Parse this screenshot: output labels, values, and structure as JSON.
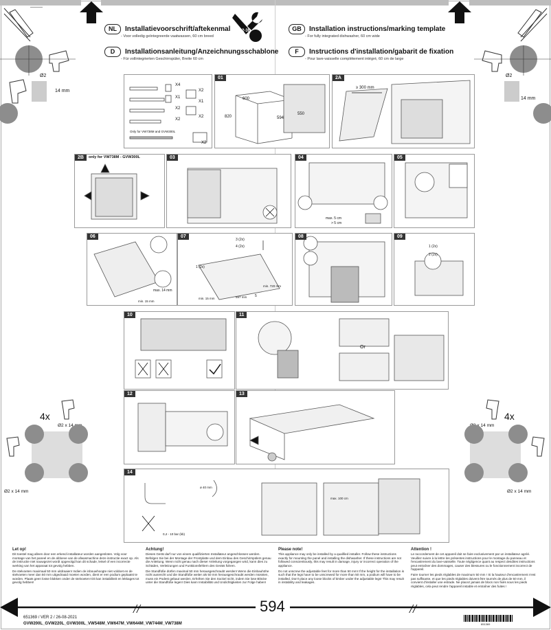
{
  "header": {
    "nl": {
      "code": "NL",
      "title": "Installatievoorschrift/aftekenmal",
      "sub": "- Voor volledig geïntegreerde vaatwassen, 60 cm breed"
    },
    "de": {
      "code": "D",
      "title": "Installationsanleitung/Anzeichnungsschablone",
      "sub": "- Für vollintegrierten Geschirrspüler, Breite 60 cm"
    },
    "gb": {
      "code": "GB",
      "title": "Installation instructions/marking template",
      "sub": "- For fully integrated dishwasher, 60 cm wide"
    },
    "fr": {
      "code": "F",
      "title": "Instructions d'installation/gabarit de fixation",
      "sub": "- Pour lave-vaisselle complètement intégré, 60 cm de large"
    },
    "time_badge": "2-3h"
  },
  "left_top": {
    "diameter": "Ø2",
    "depth": "14 mm"
  },
  "right_top": {
    "diameter": "Ø2",
    "depth": "14 mm"
  },
  "left_mid": {
    "count": "4x",
    "diameter": "Ø2 x 14 mm",
    "diameter2": "Ø2 x 14 mm"
  },
  "right_mid": {
    "count": "4x",
    "diameter": "Ø2 x 14 mm",
    "diameter2": "Ø2 x 14 mm"
  },
  "steps": {
    "parts": {
      "only_for": "Only for VW738M and GVW300L",
      "q1": "X4",
      "q2": "X1",
      "q3": "X2",
      "q4": "X2",
      "q5": "X2",
      "q6": "X1",
      "q7": "X2",
      "q8": "X2"
    },
    "s01": {
      "num": "01",
      "h": "820",
      "w": "600",
      "d": "594",
      "d2": "550"
    },
    "s2A": {
      "num": "2A",
      "dim": "≥ 300 mm"
    },
    "s2B": {
      "num": "2B",
      "label": "only for VW738M - GVW300L"
    },
    "s03": {
      "num": "03"
    },
    "s04": {
      "num": "04",
      "max": "max. 5 cm",
      "min": "> 5 cm"
    },
    "s05": {
      "num": "05"
    },
    "s06": {
      "num": "06",
      "max": "max. 14 mm",
      "min": "min. 15 mm"
    },
    "s07": {
      "num": "07",
      "a": "3 (2x)",
      "b": "4 (2x)",
      "c": "1 (2x)",
      "d": "5",
      "e": "min. 720 mm",
      "f": "min. 15 mm",
      "g": "597 mm"
    },
    "s08": {
      "num": "08"
    },
    "s09": {
      "num": "09",
      "a": "1 (2x)",
      "b": "2 (2x)"
    },
    "s10": {
      "num": "10"
    },
    "s11": {
      "num": "11",
      "or": "Or"
    },
    "s12": {
      "num": "12"
    },
    "s13": {
      "num": "13"
    },
    "s14": {
      "num": "14",
      "a": "ø 40 mm",
      "b": "0,4 - 10 bar (kb)",
      "c": "max. 100 cm"
    }
  },
  "text": {
    "nl": {
      "heading": "Let op!",
      "p1": "Dit toestel mag alleen door een erkend installateur worden aangesloten. Volg voor montage van het paneel en de afdoeve van de afwasmachine deze instructie exact op. Als de instructie niet nauwgezet wordt opgevolgd kan dit schade, letsel of een incorrecte werking van het apparaat tot gevolg hebben.",
      "p2": "De stelvoeten maximaal 50 mm uitdraaien! Indien de inbouwhoogte niet voldoet en de stelvoeten meer dan 50 mm uitgedraaid moeten worden, dient er een podium geplaatst te worden. Plaats geen losse blokken onder de stelvoeten! Dit kan instabiliteit en lekkages tot gevolg hebben!"
    },
    "de": {
      "heading": "Achtung!",
      "p1": "Dieses Gerät darf nur von einem qualifizierten Installateur angeschlossen werden. Befolgen Sie bei der Montage der Frontplatte und dem Einbau des Geschirrspülers genau die Anleitung. Wenn nicht genau nach dieser Anleitung vorgegangen wird, kann dies zu Schäden, Verletzungen und Funktionsfehlern des Geräts führen.",
      "p2": "Die Standfüße dürfen maximal 50 mm herausgeschraubt werden! Wenn die Einbauhöhe nicht ausreicht und die Standfüße weiter als 50 mm herausgeschraubt werden müssten, muss ein Podest gebaut werden. Erhöhen Sie den Sockel nicht, indem Sie lose Blöcke unter die Standfüße legen! Dies kann Instabilität und Undichtigkeiten zur Folge haben!"
    },
    "gb": {
      "heading": "Please note!",
      "p1": "This appliance may only be installed by a qualified installer. Follow these instructions exactly for mounting the panel and installing the dishwasher. If these instructions are not followed conscientiously, this may result in damage, injury or incorrect operation of the appliance.",
      "p2": "Do not unscrew the adjustable feet for more than 50 mm! If the height for the installation is such that the legs have to be unscrewed for more than 50 mm, a podium will have to be installed. Don't place any loose blocks of timber under the adjustable legs! This may result in instability and leakages."
    },
    "fr": {
      "heading": "Attention !",
      "p1": "Le raccordement de cet appareil doit se faire exclusivement par un installateur agréé. Veuillez suivre à la lettre les présentes instructions pour le montage du panneau et l'encastrement du lave-vaisselle. Toute négligence quant au respect desdites instructions peut entraîner des dommages, causer des blessures ou le fonctionnement incorrect de l'appareil.",
      "p2": "Faire tourner les pieds réglables de maximum 50 mm ! Si la hauteur d'encastrement n'est pas suffisante, et que les pieds réglables doivent être tournés de plus de 50 mm, il convient d'installer une estrade. Ne placez jamais de blocs non fixés sous les pieds réglables, cela peut rendre l'appareil instable et entraîner des fuites !"
    }
  },
  "footer": {
    "width": "594",
    "code": "651369 / VER 2 / 26-08-2021",
    "models": "GVW200L_GVW220L_GVW300L_VW548M_VW647M_VW644M_VW744M_VW738M",
    "barcode_text": "651369"
  }
}
